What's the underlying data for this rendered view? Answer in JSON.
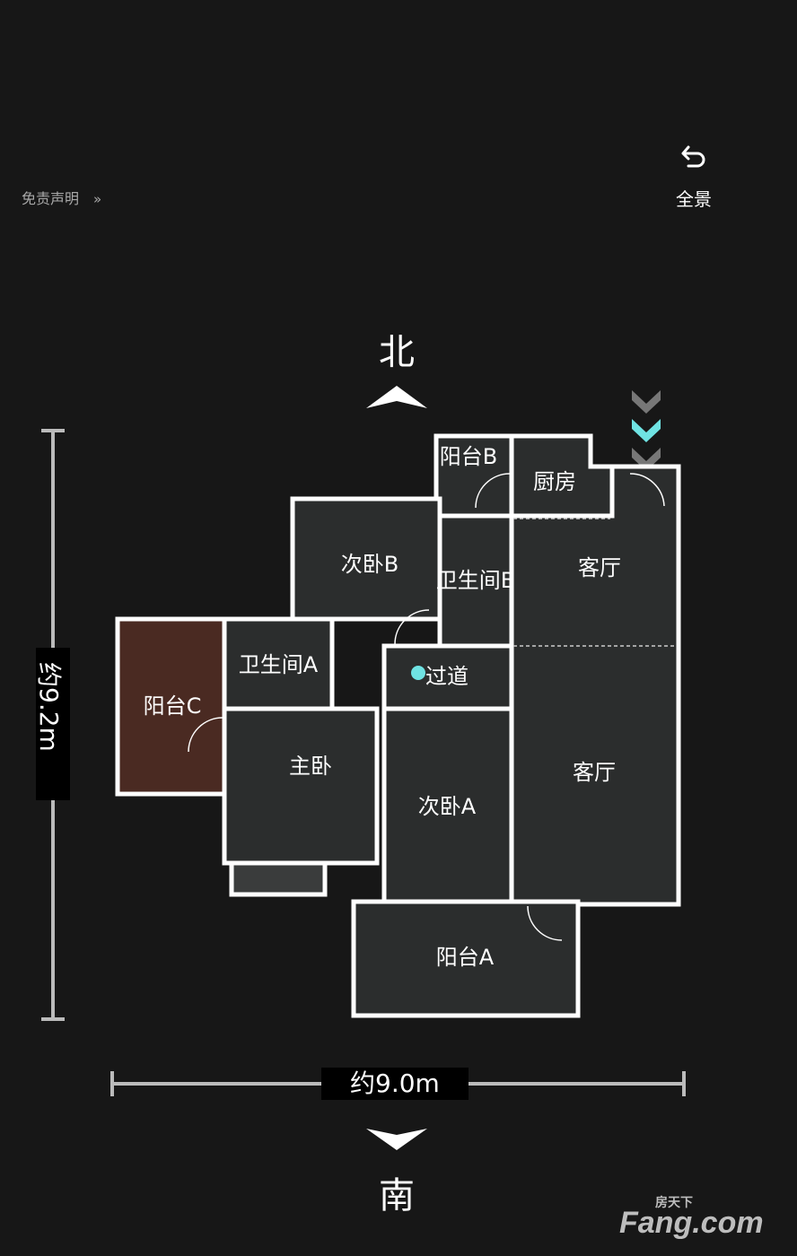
{
  "header": {
    "disclaimer_label": "免责声明",
    "disclaimer_chevron": "»",
    "panorama_label": "全景",
    "panorama_icon": "undo-arrow-icon"
  },
  "compass": {
    "north": "北",
    "south": "南"
  },
  "dimensions": {
    "height": "约9.2m",
    "width": "约9.0m"
  },
  "rooms": {
    "balcony_b": "阳台B",
    "kitchen": "厨房",
    "living_top": "客厅",
    "bedroom_b": "次卧B",
    "bathroom_b": "卫生间B",
    "bathroom_a": "卫生间A",
    "balcony_c": "阳台C",
    "corridor": "过道",
    "master": "主卧",
    "bedroom_a": "次卧A",
    "living_bottom": "客厅",
    "balcony_a": "阳台A"
  },
  "logo": {
    "cn": "房天下",
    "en": "Fang.com"
  },
  "colors": {
    "background": "#171717",
    "entrance_marker": "#6fe3e3",
    "balcony_c_floor": "#4a2a22"
  }
}
